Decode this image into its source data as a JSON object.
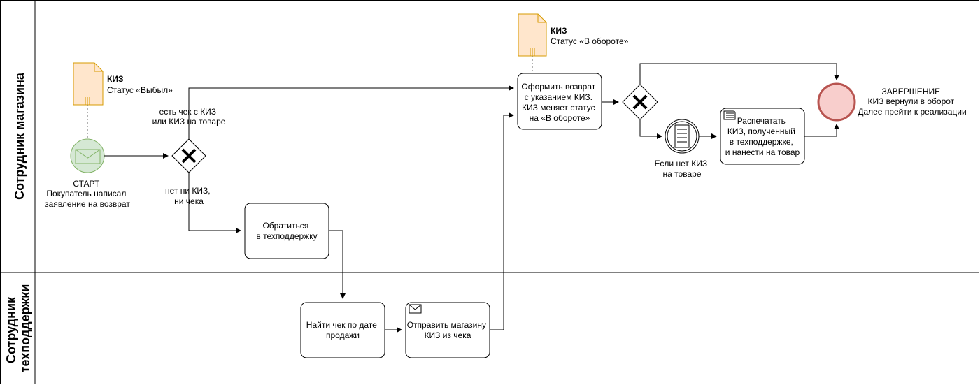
{
  "lanes": {
    "shop": "Сотрудник магазина",
    "support_line1": "Сотрудник",
    "support_line2": "техподдержки"
  },
  "start": {
    "line1": "СТАРТ",
    "line2": "Покупатель написал",
    "line3": "заявление на возврат"
  },
  "doc_vybyl": {
    "title": "КИЗ",
    "status": "Статус «Выбыл»"
  },
  "doc_oborot": {
    "title": "КИЗ",
    "status": "Статус «В обороте»"
  },
  "edges": {
    "has_check_line1": "есть чек с КИЗ",
    "has_check_line2": "или КИЗ на товаре",
    "no_check_line1": "нет ни КИЗ,",
    "no_check_line2": "ни чека"
  },
  "tasks": {
    "contact_support": {
      "line1": "Обратиться",
      "line2": "в техподдержку"
    },
    "find_check": {
      "line1": "Найти чек по дате",
      "line2": "продажи"
    },
    "send_kiz": {
      "line1": "Отправить магазину",
      "line2": "КИЗ из чека"
    },
    "return": {
      "line1": "Оформить возврат",
      "line2": "с указанием КИЗ.",
      "line3": "КИЗ меняет статус",
      "line4": "на «В обороте»"
    },
    "print": {
      "line1": "Распечатать",
      "line2": "КИЗ, полученный",
      "line3": "в техподдержке,",
      "line4": "и нанести на товар"
    }
  },
  "condition": {
    "line1": "Если нет КИЗ",
    "line2": "на товаре"
  },
  "end": {
    "line1": "ЗАВЕРШЕНИЕ",
    "line2": "КИЗ вернули в оборот",
    "line3": "Далее прейти к реализации"
  },
  "colors": {
    "start_fill": "#d5e8d4",
    "start_stroke": "#82b366",
    "end_fill": "#f8cecc",
    "end_stroke": "#b85450",
    "doc_fill": "#ffe6cc",
    "doc_stroke": "#d79b00"
  }
}
